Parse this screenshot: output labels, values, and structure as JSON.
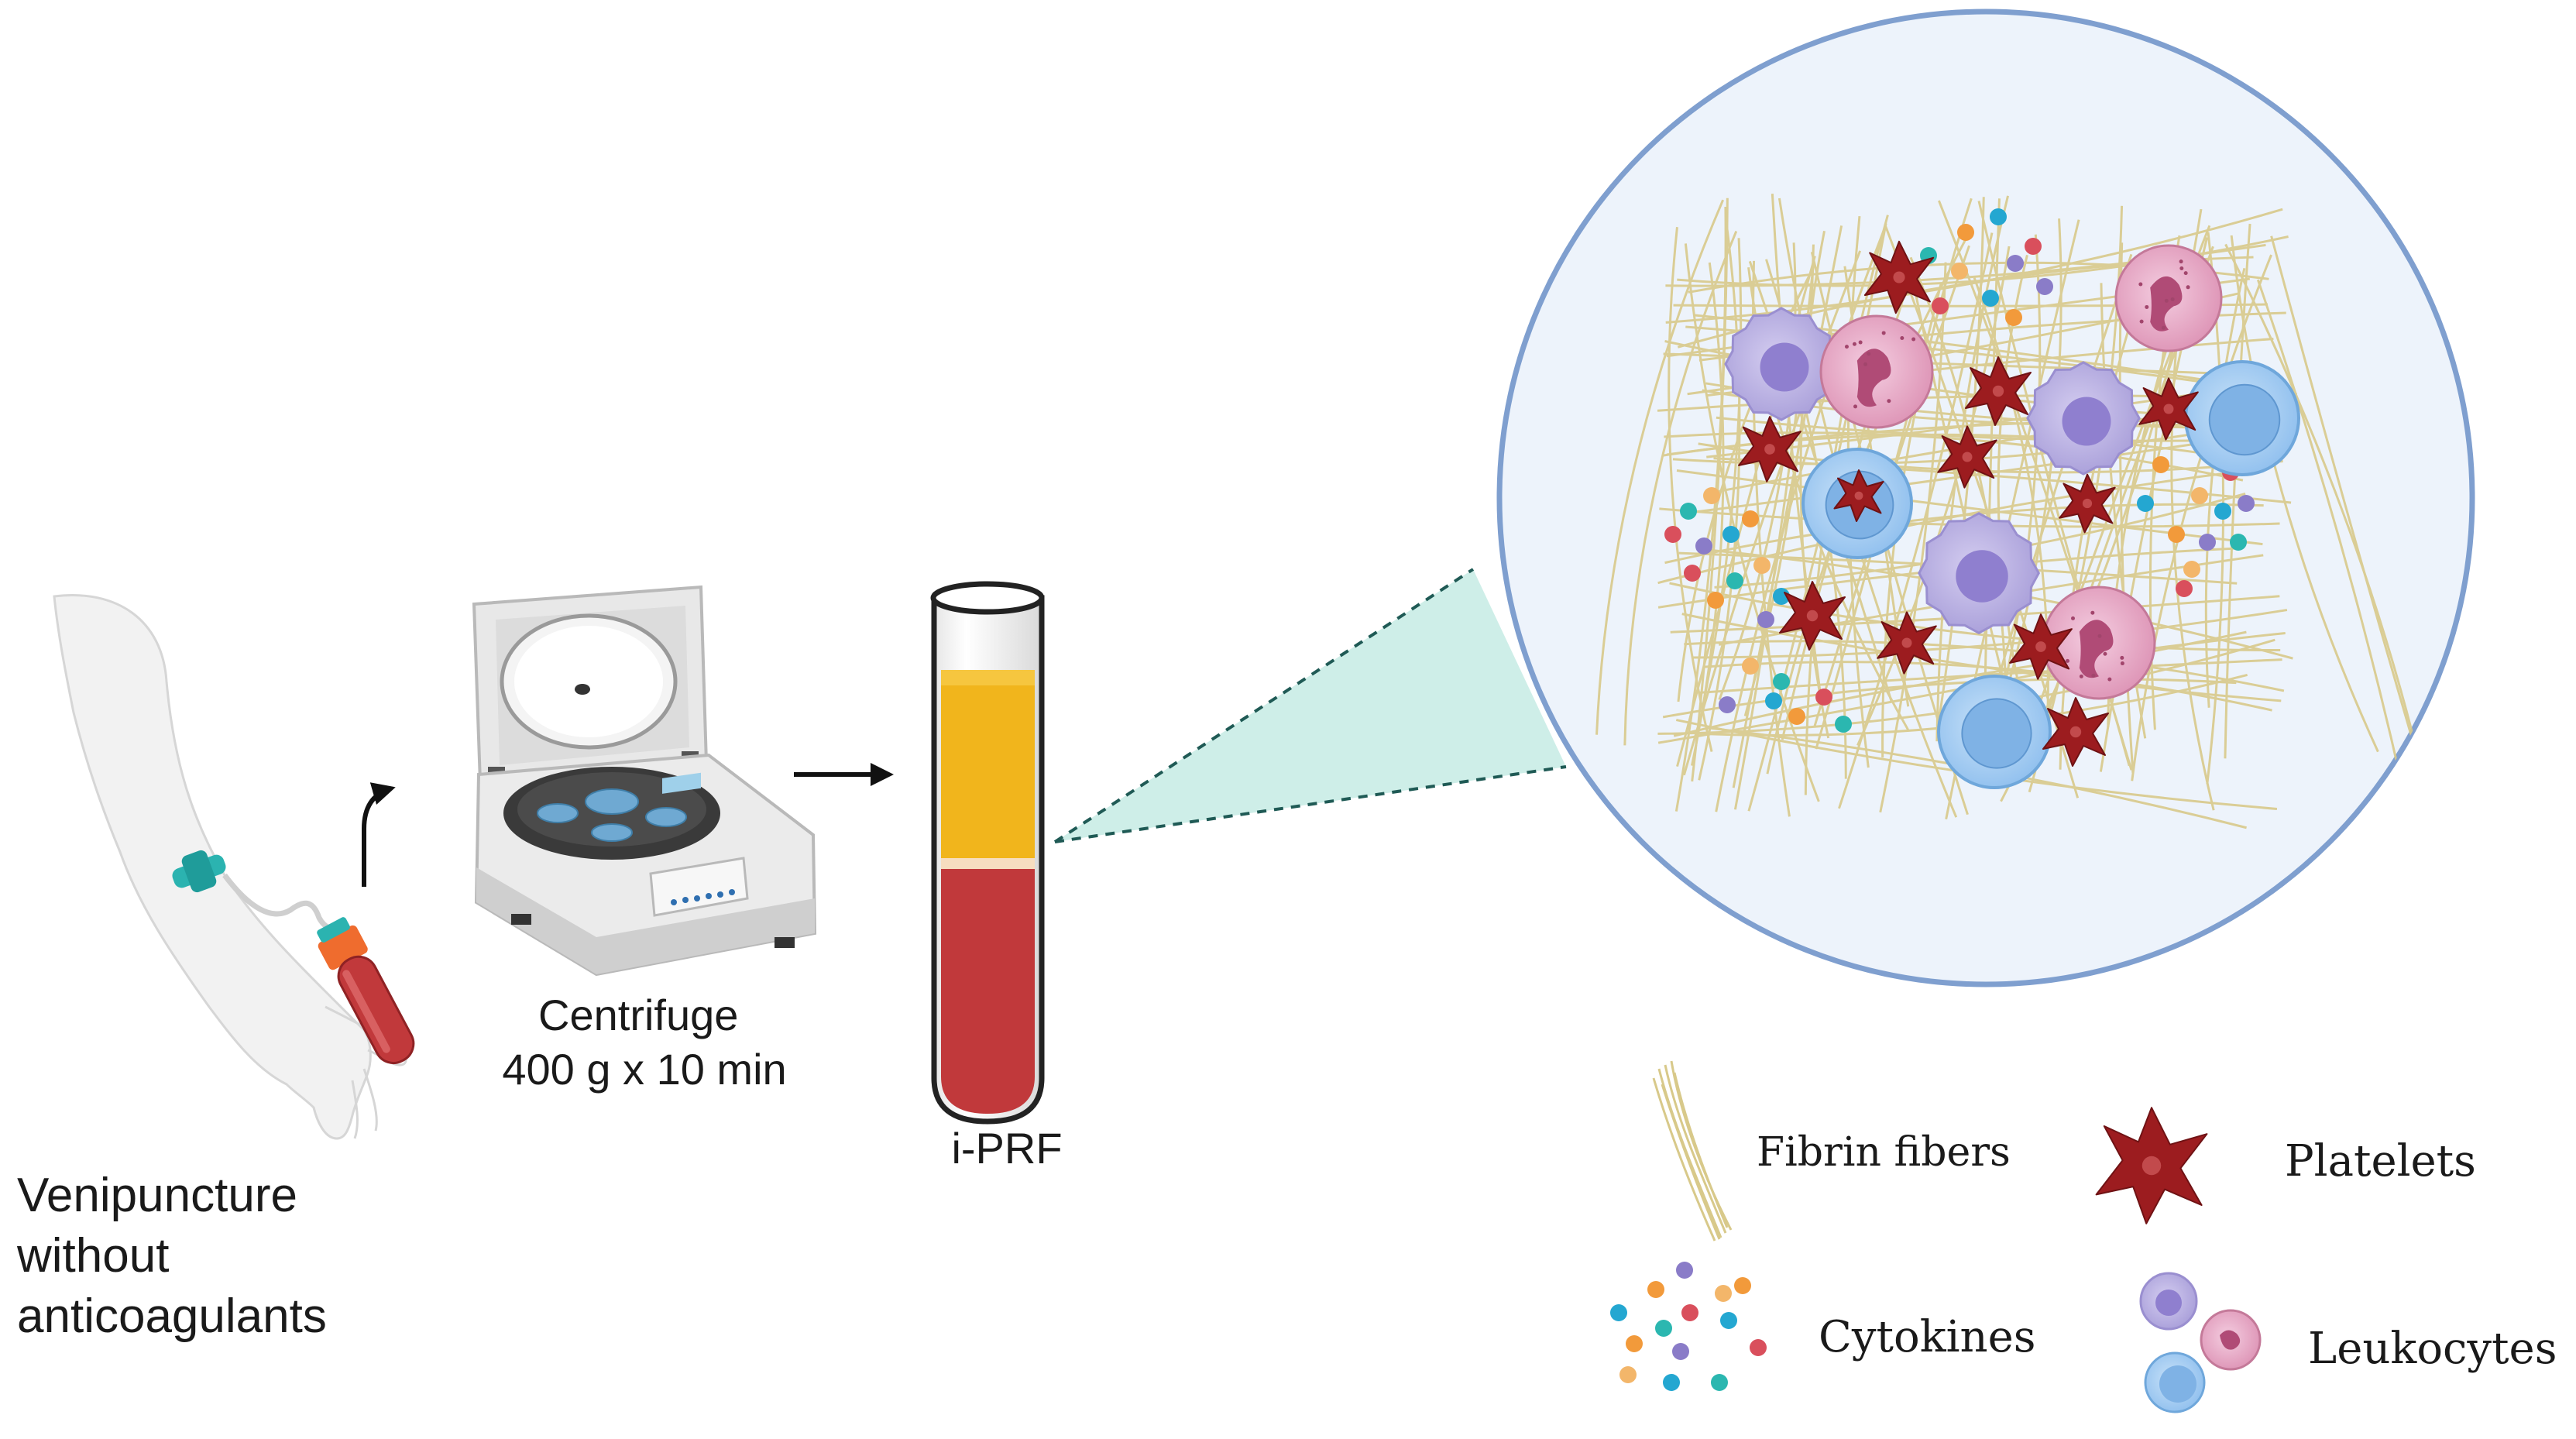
{
  "labels": {
    "venipuncture": [
      "Venipuncture",
      "without",
      "anticoagulants"
    ],
    "centrifuge": [
      "Centrifuge",
      "400 g x 10 min"
    ],
    "tube": "i-PRF"
  },
  "legend": {
    "fibrin": "Fibrin fibers",
    "platelets": "Platelets",
    "cytokines": "Cytokines",
    "leukocytes": "Leukocytes"
  },
  "colors": {
    "plasma": "#f1b51c",
    "blood": "#c1393b",
    "platelet": "#9c1c1f",
    "fibrin": "#d8c98a",
    "circle_border": "#7f9fcf",
    "circle_fill": "#edf3fb",
    "zoom_cone": "#c9ece6",
    "lymphocyte": "#9ec9f0",
    "monocyte": "#b6ace0",
    "neutrophil": "#e7a9c4",
    "cytokine_palette": [
      "#24a7d1",
      "#f29a3b",
      "#8a7cc8",
      "#d94f5c",
      "#2bb7b0",
      "#f3b66a"
    ]
  }
}
